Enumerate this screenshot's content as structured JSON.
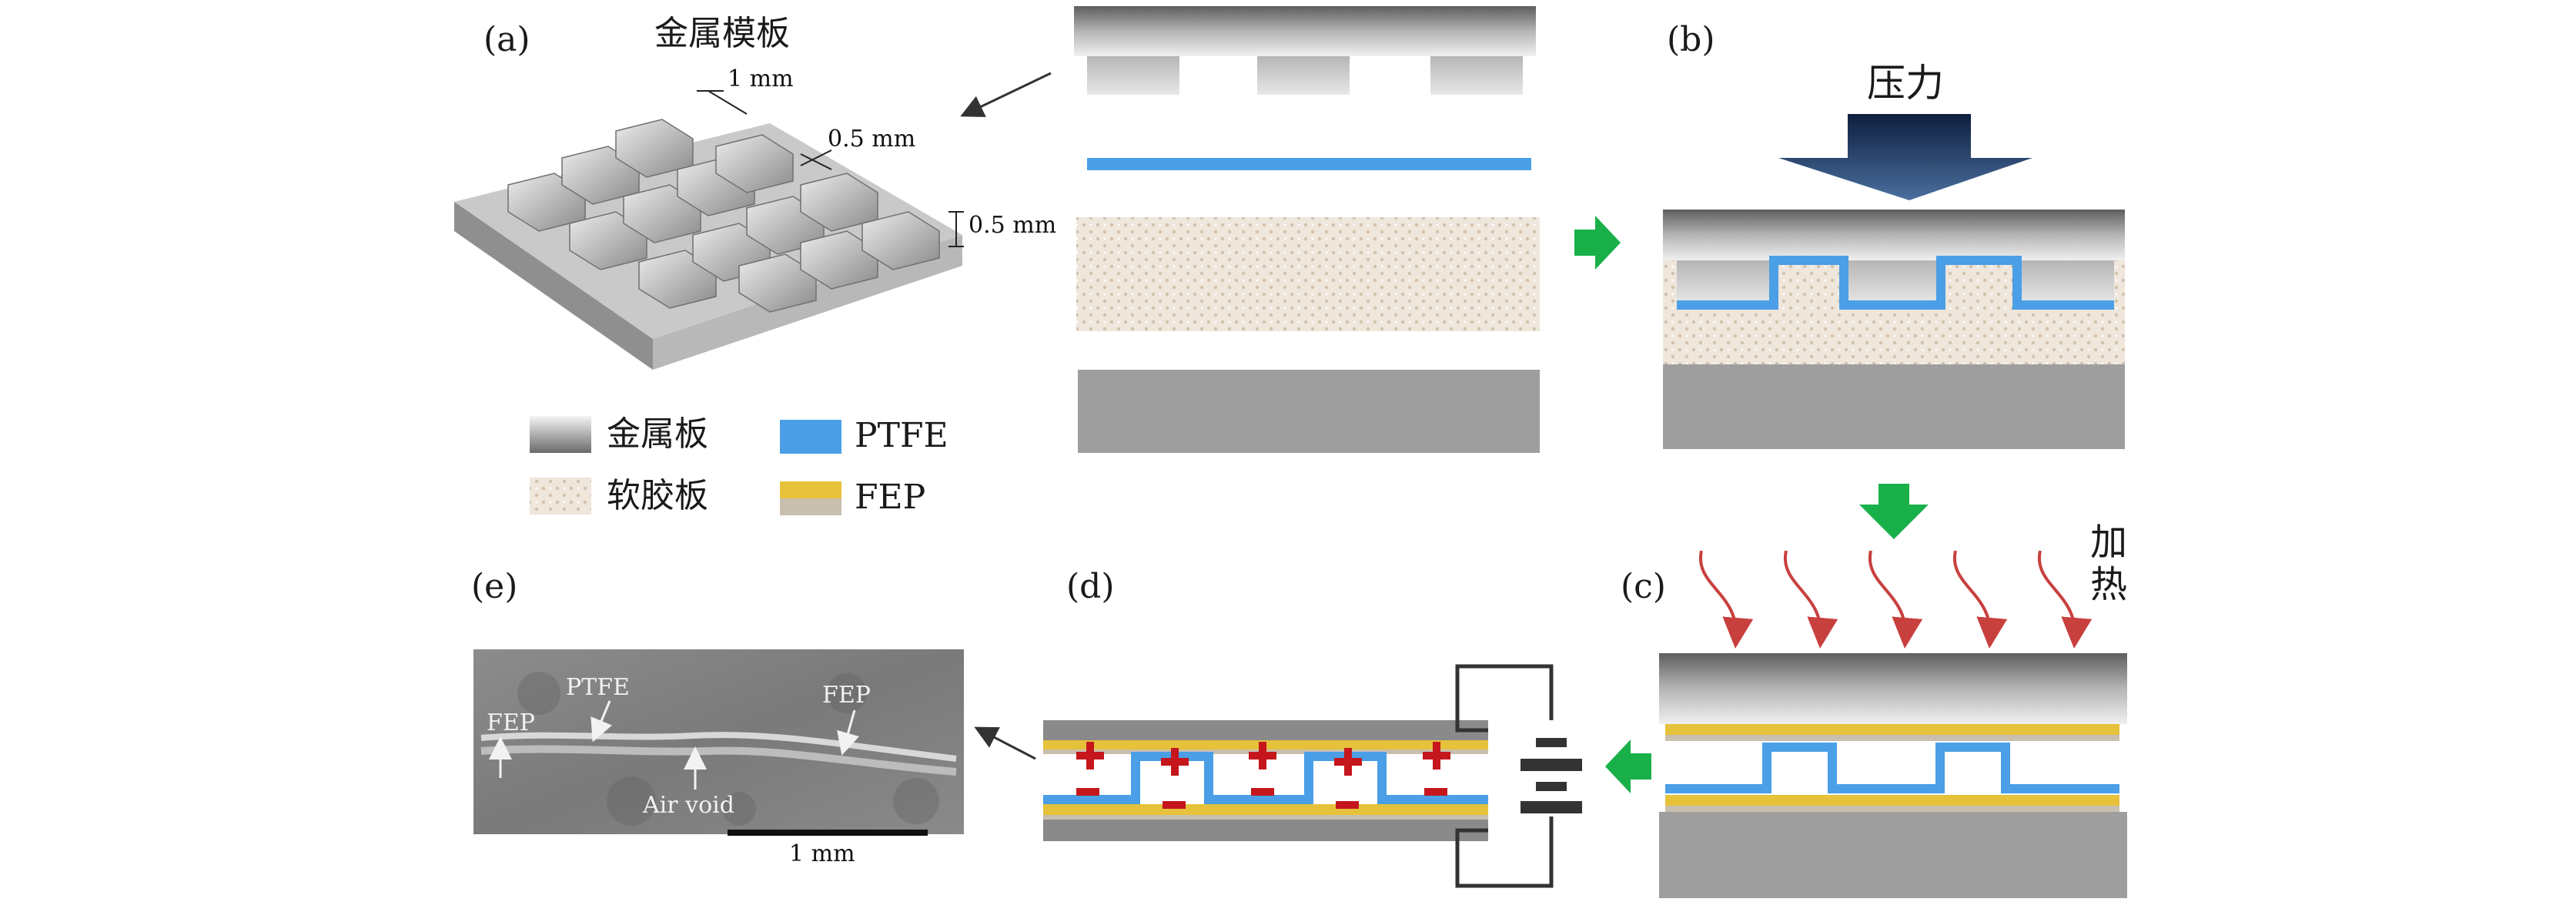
{
  "panels": {
    "a": {
      "label": "(a)",
      "title": "金属模板",
      "dim_width": "1 mm",
      "dim_gap": "0.5 mm",
      "dim_height": "0.5 mm"
    },
    "b": {
      "label": "(b)",
      "pressure": "压力"
    },
    "c": {
      "label": "(c)",
      "heat_1": "加",
      "heat_2": "热"
    },
    "d": {
      "label": "(d)"
    },
    "e": {
      "label": "(e)",
      "ptfe": "PTFE",
      "fep_left": "FEP",
      "fep_right": "FEP",
      "air_void": "Air void",
      "scale_bar": "1 mm"
    }
  },
  "legend": [
    {
      "key": "metal_plate",
      "label": "金属板"
    },
    {
      "key": "ptfe",
      "label": "PTFE"
    },
    {
      "key": "soft_rubber",
      "label": "软胶板"
    },
    {
      "key": "fep",
      "label": "FEP"
    }
  ],
  "colors": {
    "ptfe": "#4a9fe6",
    "fep": "#e6c13a",
    "flow_arrow": "#19b04a",
    "heat_arrow": "#c8403e",
    "charge": "#c4161c",
    "plate_gray": "#9e9e9e"
  }
}
